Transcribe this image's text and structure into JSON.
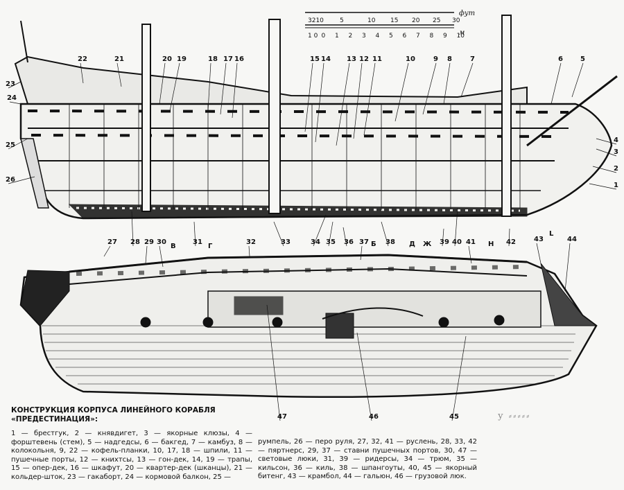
{
  "scale": {
    "feet_unit": "фут",
    "meters_unit": "м",
    "feet_ticks": [
      "3210",
      "5",
      "10",
      "15",
      "20",
      "25",
      "30"
    ],
    "meter_ticks": [
      "1 0",
      "0",
      "1",
      "2",
      "3",
      "4",
      "5",
      "6",
      "7",
      "8",
      "9",
      "10"
    ]
  },
  "upper_callouts": [
    "22",
    "21",
    "20",
    "19",
    "18",
    "17",
    "16",
    "15",
    "14",
    "13",
    "12",
    "11",
    "10",
    "9",
    "8",
    "7",
    "6",
    "5",
    "23",
    "24",
    "25",
    "26",
    "4",
    "3",
    "2",
    "1"
  ],
  "middle_callouts": [
    "27",
    "28",
    "29",
    "30",
    "31",
    "32",
    "33",
    "34",
    "35",
    "36",
    "37",
    "38",
    "39",
    "40",
    "41",
    "42",
    "43",
    "44"
  ],
  "lower_callouts": [
    "47",
    "46",
    "45"
  ],
  "letter_marks": [
    "В",
    "Г",
    "Д",
    "Б",
    "Ж",
    "Н",
    "L"
  ],
  "caption": {
    "line1": "КОНСТРУКЦИЯ КОРПУСА ЛИНЕЙНОГО КОРАБЛЯ",
    "line2": "«ПРЕДЕСТИНАЦИЯ»:"
  },
  "legend_left": "1 — брестгук, 2 — княвдигет, 3 — якорные клюзы, 4 — форштевень (стем), 5 — надгедсы, 6 — бакгед, 7 — камбуз, 8 — колокольня, 9, 22 — кофель-планки, 10, 17, 18 — шпили, 11 — пушечные порты, 12 — книхтсы, 13 — гон-дек, 14, 19 — трапы, 15 — опер-дек, 16 — шкафут, 20 — квартер-дек (шканцы), 21 — кольдер-шток, 23 — гакаборт, 24 — кормовой балкон, 25 —",
  "legend_right": "румпель, 26 — перо руля, 27, 32, 41 — руслень, 28, 33, 42 — пяртнерс, 29, 37 — ставни пушечных портов, 30, 47 — световые люки, 31, 39 — ридерсы, 34 — трюм, 35 — кильсон, 36 — киль, 38 — шпангоуты, 40, 45 — якорный битенг, 43 — крамбол, 44 — гальюн, 46 — грузовой люк.",
  "margin_note": "у ⸗⸗⸗⸗⸗"
}
